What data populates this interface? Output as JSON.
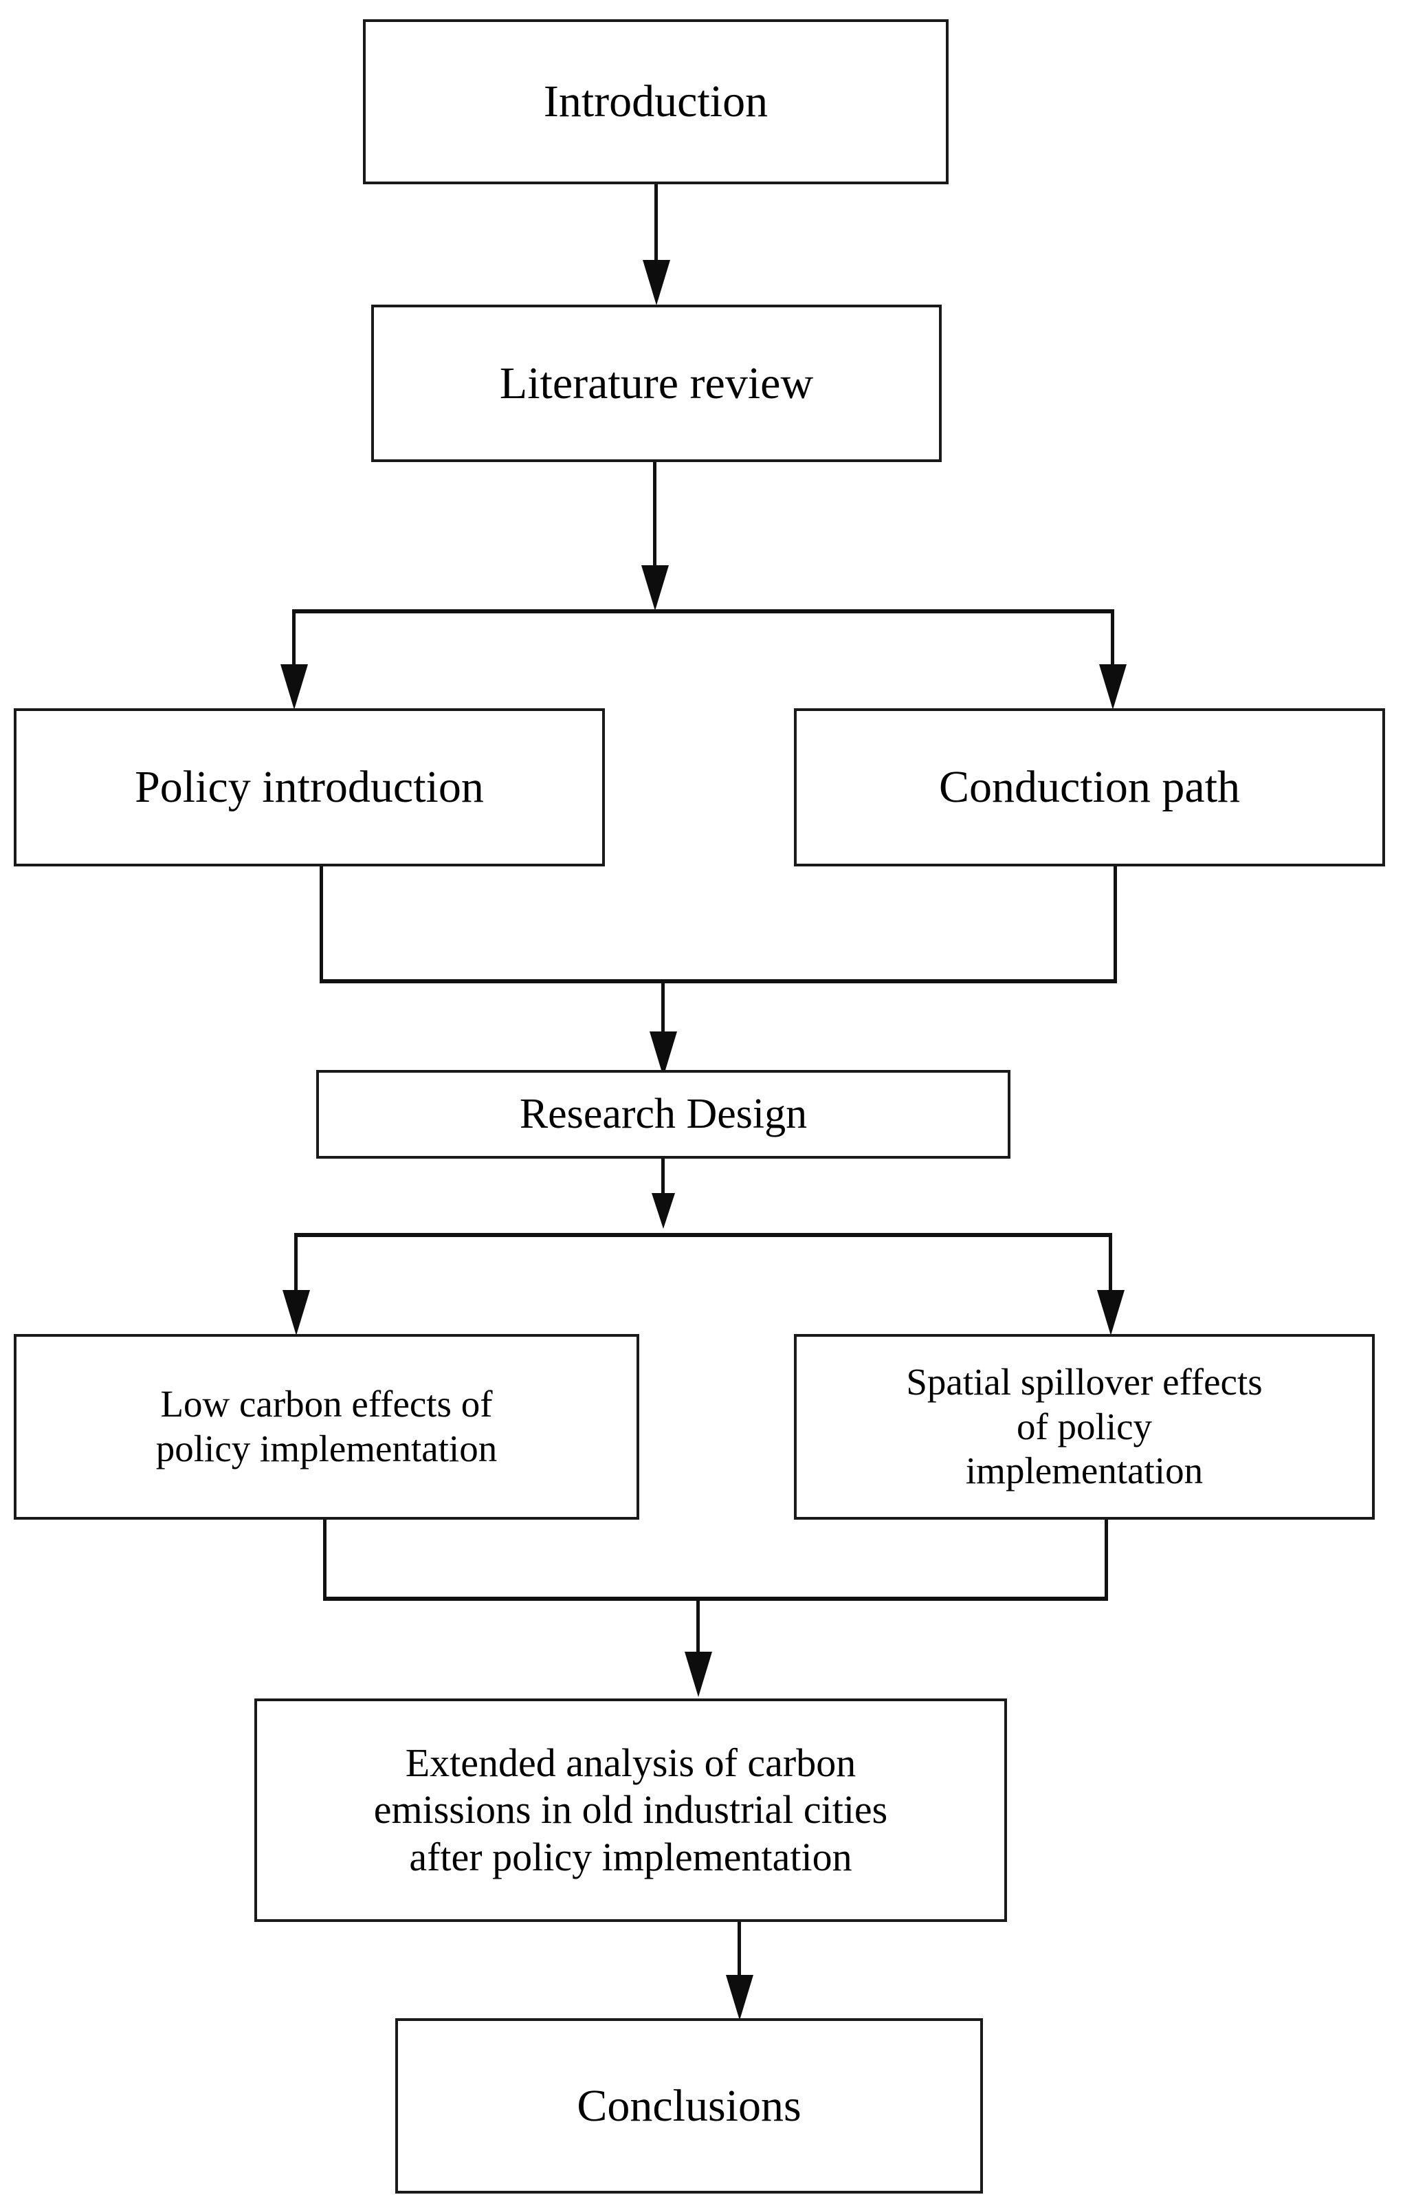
{
  "diagram": {
    "title": "Research framework flowchart",
    "type": "flowchart",
    "orientation": "top-to-bottom",
    "background_color": "#ffffff",
    "border_color": "#1a1a1a",
    "text_color": "#000000",
    "nodes": [
      {
        "id": "introduction",
        "label": "Introduction"
      },
      {
        "id": "literature",
        "label": "Literature review"
      },
      {
        "id": "policy_intro",
        "label": "Policy introduction"
      },
      {
        "id": "conduction",
        "label": "Conduction path"
      },
      {
        "id": "research_design",
        "label": "Research Design"
      },
      {
        "id": "low_carbon",
        "label": "Low carbon effects of\npolicy implementation"
      },
      {
        "id": "spatial",
        "label": "Spatial spillover effects\nof policy\nimplementation"
      },
      {
        "id": "extended",
        "label": "Extended analysis of carbon\nemissions in old industrial cities\nafter policy implementation"
      },
      {
        "id": "conclusions",
        "label": "Conclusions"
      }
    ],
    "edges": [
      {
        "from": "introduction",
        "to": "literature",
        "style": "straight-arrow"
      },
      {
        "from": "literature",
        "to": "split_1",
        "style": "straight-arrow"
      },
      {
        "from": "split_1",
        "to": "policy_intro",
        "style": "branch-arrow-left"
      },
      {
        "from": "split_1",
        "to": "conduction",
        "style": "branch-arrow-right"
      },
      {
        "from": "policy_intro",
        "to": "merge_1",
        "style": "merge-line-left"
      },
      {
        "from": "conduction",
        "to": "merge_1",
        "style": "merge-line-right"
      },
      {
        "from": "merge_1",
        "to": "research_design",
        "style": "straight-arrow"
      },
      {
        "from": "research_design",
        "to": "split_2",
        "style": "straight-arrow"
      },
      {
        "from": "split_2",
        "to": "low_carbon",
        "style": "branch-arrow-left"
      },
      {
        "from": "split_2",
        "to": "spatial",
        "style": "branch-arrow-right"
      },
      {
        "from": "low_carbon",
        "to": "merge_2",
        "style": "merge-line-left"
      },
      {
        "from": "spatial",
        "to": "merge_2",
        "style": "merge-line-right"
      },
      {
        "from": "merge_2",
        "to": "extended",
        "style": "straight-arrow"
      },
      {
        "from": "extended",
        "to": "conclusions",
        "style": "straight-arrow"
      }
    ]
  }
}
